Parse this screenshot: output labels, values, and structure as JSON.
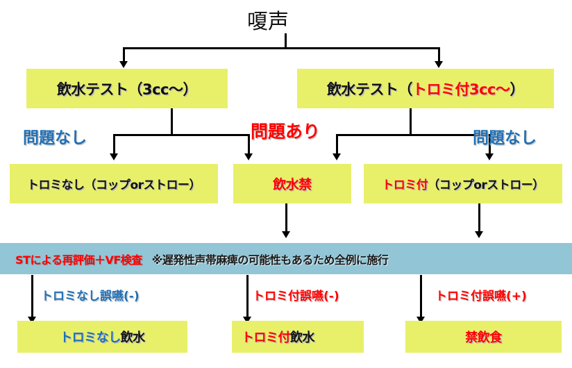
{
  "diagram": {
    "title": "嗄声",
    "colors": {
      "box_fill": "#E8F06A",
      "band_fill": "#92C5D6",
      "red": "#FF0000",
      "blue": "#1F6FB4",
      "black": "#111111",
      "connector": "#000000"
    },
    "row1": {
      "left_box": {
        "part1": "飲水テスト（3cc～）"
      },
      "right_box": {
        "part1": "飲水テスト（",
        "part2": "トロミ付3cc～",
        "part3": "）"
      }
    },
    "edge_labels_row1": {
      "left": "問題なし",
      "center": "問題あり",
      "right": "問題なし"
    },
    "row2": {
      "left_box": {
        "part1": "トロミなし（コップorストロー）"
      },
      "center_box": {
        "part1": "飲水禁"
      },
      "right_box": {
        "part1": "トロミ付",
        "part2": "（コップorストロー）"
      }
    },
    "band": {
      "red_text": "STによる再評価＋VF検査",
      "note_text": "※遅発性声帯麻痺の可能性もあるため全例に施行"
    },
    "edge_labels_row3": {
      "left": "トロミなし誤嚥(-)",
      "center": "トロミ付誤嚥(-)",
      "right": "トロミ付誤嚥(+)"
    },
    "row3": {
      "left_box": {
        "part1": "トロミなし",
        "part2": "飲水"
      },
      "center_box": {
        "part1": "トロミ付",
        "part2": "飲水"
      },
      "right_box": {
        "part1": "禁飲食"
      }
    }
  }
}
